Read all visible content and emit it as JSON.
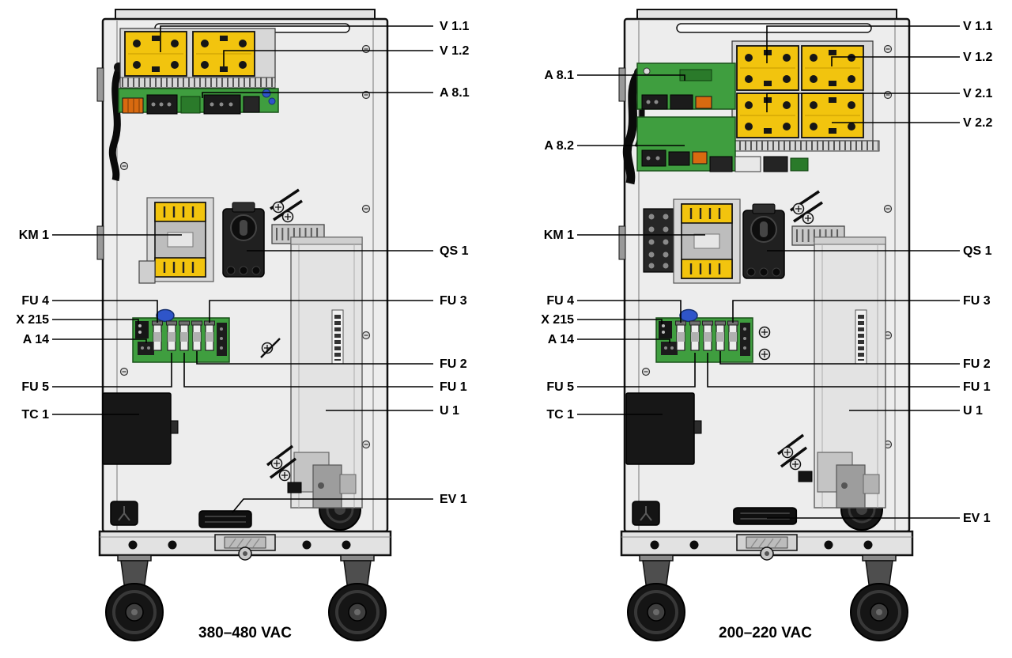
{
  "figure": {
    "type": "cabinet-component-diagram"
  },
  "colors": {
    "module_yellow": "#f2c40e",
    "pcb_green": "#3f9e3f",
    "cabinet_gray": "#ededed",
    "outline_black": "#111111"
  },
  "diagrams": {
    "left": {
      "caption": "380–480 VAC",
      "labels": {
        "v11": "V 1.1",
        "v12": "V 1.2",
        "a81": "A 8.1",
        "km1": "KM 1",
        "qs1": "QS 1",
        "fu4": "FU 4",
        "x215": "X 215",
        "a14": "A 14",
        "fu3": "FU 3",
        "fu2": "FU 2",
        "fu1": "FU 1",
        "fu5": "FU 5",
        "u1": "U 1",
        "tc1": "TC 1",
        "ev1": "EV 1"
      }
    },
    "right": {
      "caption": "200–220 VAC",
      "labels": {
        "v11": "V 1.1",
        "v12": "V 1.2",
        "v21": "V 2.1",
        "v22": "V 2.2",
        "a81": "A 8.1",
        "a82": "A 8.2",
        "km1": "KM 1",
        "qs1": "QS 1",
        "fu4": "FU 4",
        "x215": "X 215",
        "a14": "A 14",
        "fu3": "FU 3",
        "fu2": "FU 2",
        "fu1": "FU 1",
        "fu5": "FU 5",
        "u1": "U 1",
        "tc1": "TC 1",
        "ev1": "EV 1"
      }
    }
  }
}
